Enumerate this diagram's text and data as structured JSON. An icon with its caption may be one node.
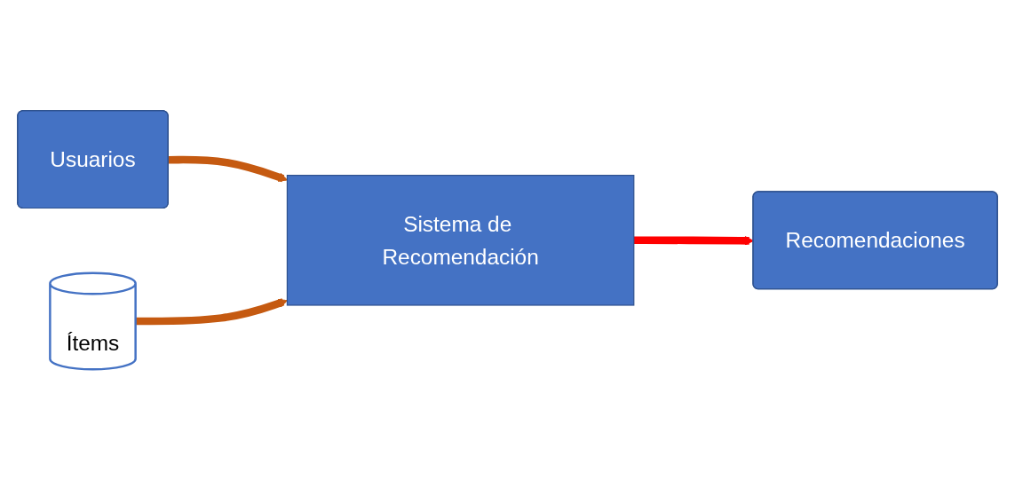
{
  "diagram": {
    "nodes": [
      {
        "text": [
          "Usuarios"
        ]
      },
      {
        "text": [
          "Sistema de Recomendación"
        ]
      },
      {
        "text": [
          "Recomendaciones"
        ]
      },
      {
        "text": [
          "Ítems"
        ]
      }
    ],
    "edges": [
      {
        "from": 0,
        "to": 1,
        "arrow": "to",
        "color": "#c55a11"
      },
      {
        "from": 3,
        "to": 1,
        "arrow": "to",
        "color": "#c55a11"
      },
      {
        "from": 1,
        "to": 2,
        "arrow": "to",
        "color": "#ff0000"
      }
    ]
  }
}
